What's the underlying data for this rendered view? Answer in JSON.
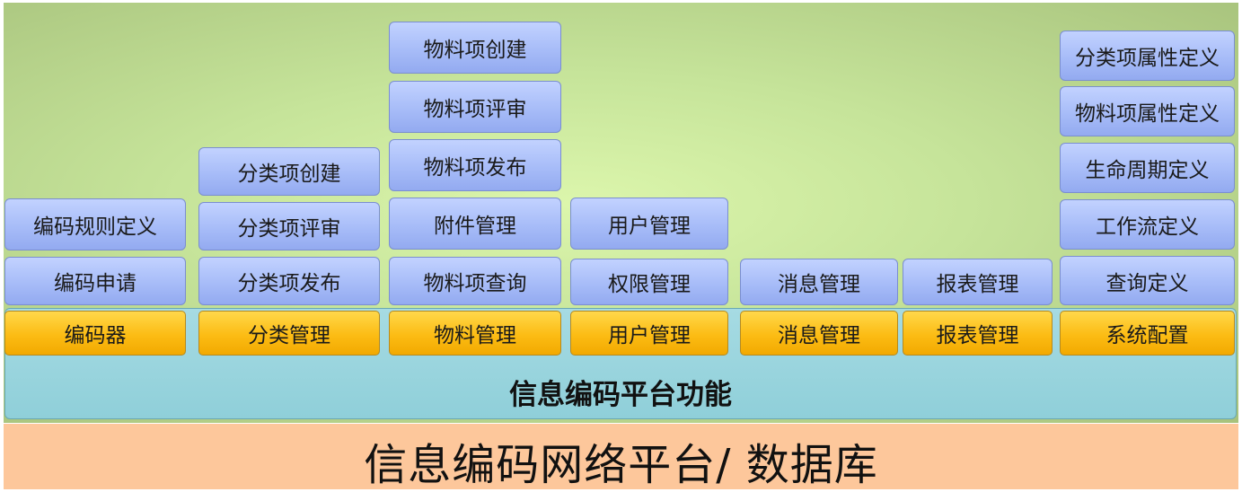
{
  "diagram": {
    "platform_label": "信息编码网络平台/ 数据库",
    "function_label": "信息编码平台功能",
    "columns": [
      {
        "module": "编码器",
        "items": [
          "编码申请",
          "编码规则定义"
        ]
      },
      {
        "module": "分类管理",
        "items": [
          "分类项发布",
          "分类项评审",
          "分类项创建"
        ]
      },
      {
        "module": "物料管理",
        "items": [
          "物料项查询",
          "附件管理",
          "物料项发布",
          "物料项评审",
          "物料项创建"
        ]
      },
      {
        "module": "用户管理",
        "items": [
          "权限管理",
          "用户管理"
        ]
      },
      {
        "module": "消息管理",
        "items": [
          "消息管理"
        ]
      },
      {
        "module": "报表管理",
        "items": [
          "报表管理"
        ]
      },
      {
        "module": "系统配置",
        "items": [
          "查询定义",
          "工作流定义",
          "生命周期定义",
          "物料项属性定义",
          "分类项属性定义"
        ]
      }
    ]
  }
}
